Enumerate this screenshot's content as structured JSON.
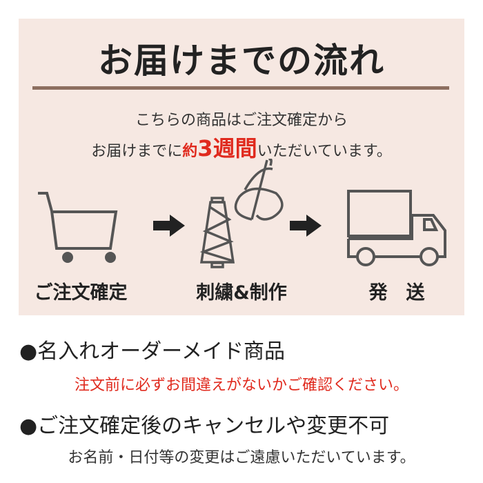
{
  "title": "お届けまでの流れ",
  "intro": {
    "line1": "こちらの商品はご注文確定から",
    "line2_pre": "お届けまでに",
    "line2_em_small": "約",
    "line2_em_big": "3週間",
    "line2_post": "いただいています。"
  },
  "steps": [
    {
      "label": "ご注文確定",
      "icon": "cart-icon"
    },
    {
      "label": "刺繍&制作",
      "icon": "thread-needle-icon"
    },
    {
      "label": "発　送",
      "icon": "truck-icon"
    }
  ],
  "colors": {
    "accent": "#e02a1e",
    "panel": "#f6e8e2",
    "rule": "#8d6f60"
  },
  "notes": [
    {
      "heading": "●名入れオーダーメイド商品",
      "text": "注文前に必ずお間違えがないかご確認ください。",
      "color": "#e02a1e"
    },
    {
      "heading": "●ご注文確定後のキャンセルや変更不可",
      "text": "お名前・日付等の変更はご遠慮いただいています。",
      "color": "#333"
    }
  ]
}
